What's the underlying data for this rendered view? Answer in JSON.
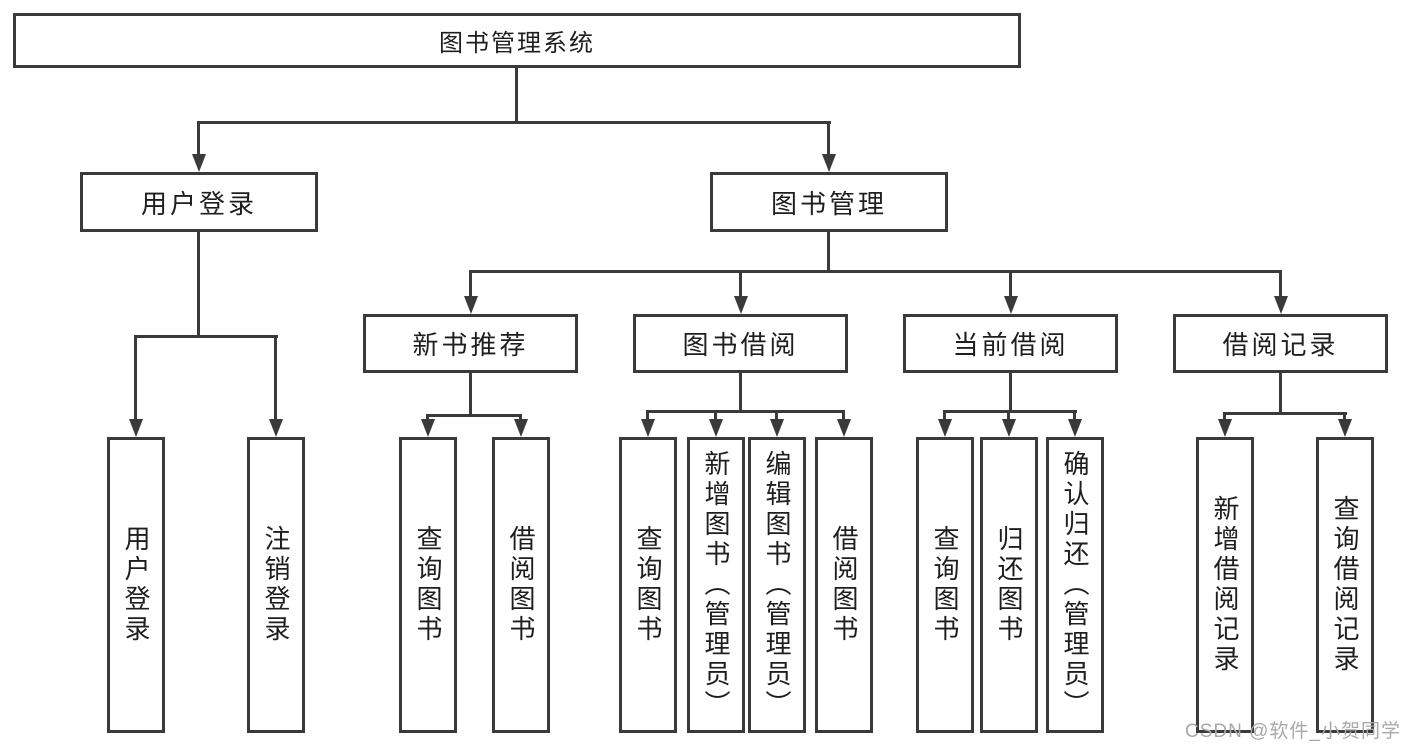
{
  "diagram": {
    "type": "tree",
    "root": {
      "label": "图书管理系统"
    },
    "level2": [
      {
        "label": "用户登录",
        "parent": "图书管理系统"
      },
      {
        "label": "图书管理",
        "parent": "图书管理系统"
      }
    ],
    "level3": [
      {
        "label": "新书推荐",
        "parent": "图书管理"
      },
      {
        "label": "图书借阅",
        "parent": "图书管理"
      },
      {
        "label": "当前借阅",
        "parent": "图书管理"
      },
      {
        "label": "借阅记录",
        "parent": "图书管理"
      }
    ],
    "leaves": [
      {
        "label": "用户登录",
        "parent": "用户登录"
      },
      {
        "label": "注销登录",
        "parent": "用户登录"
      },
      {
        "label": "查询图书",
        "parent": "新书推荐"
      },
      {
        "label": "借阅图书",
        "parent": "新书推荐"
      },
      {
        "label": "查询图书",
        "parent": "图书借阅"
      },
      {
        "label": "新增图书（管理员）",
        "parent": "图书借阅"
      },
      {
        "label": "编辑图书（管理员）",
        "parent": "图书借阅"
      },
      {
        "label": "借阅图书",
        "parent": "图书借阅"
      },
      {
        "label": "查询图书",
        "parent": "当前借阅"
      },
      {
        "label": "归还图书",
        "parent": "当前借阅"
      },
      {
        "label": "确认归还（管理员）",
        "parent": "当前借阅"
      },
      {
        "label": "新增借阅记录",
        "parent": "借阅记录"
      },
      {
        "label": "查询借阅记录",
        "parent": "借阅记录"
      }
    ],
    "watermark": {
      "text": "CSDN @软件_小贺同学"
    },
    "colors": {
      "line": "#3a3a3a",
      "text": "#1e1e1e",
      "watermark": "#a8a8a8",
      "background": "#ffffff"
    }
  }
}
